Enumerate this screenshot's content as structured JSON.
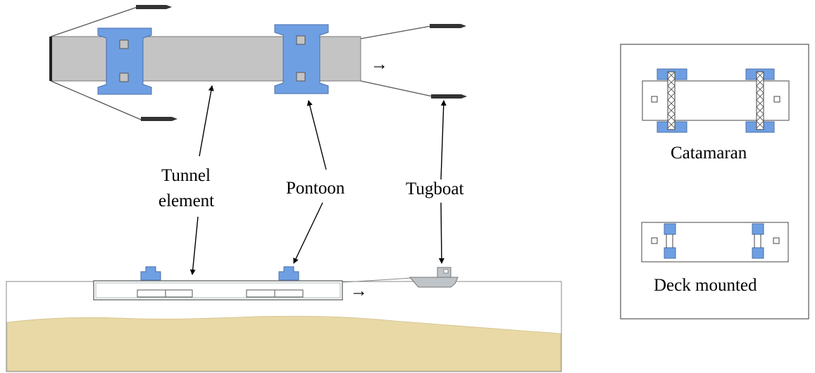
{
  "labels": {
    "tunnel_line1": "Tunnel",
    "tunnel_line2": "element",
    "pontoon": "Pontoon",
    "tugboat": "Tugboat",
    "catamaran": "Catamaran",
    "deck_mounted": "Deck mounted",
    "direction_arrow": "→"
  },
  "colors": {
    "pontoon_blue": "#6f9fe3",
    "tunnel_grey": "#c4c4c4",
    "tug_grey": "#bfc4c9",
    "seabed_sand": "#e8d9a6",
    "water": "#ffffff",
    "tug_marker": "#333333",
    "outline": "#555555"
  },
  "icons": {
    "tug_marker": "tugboat-marker-icon",
    "arrow": "right-arrow-icon"
  }
}
